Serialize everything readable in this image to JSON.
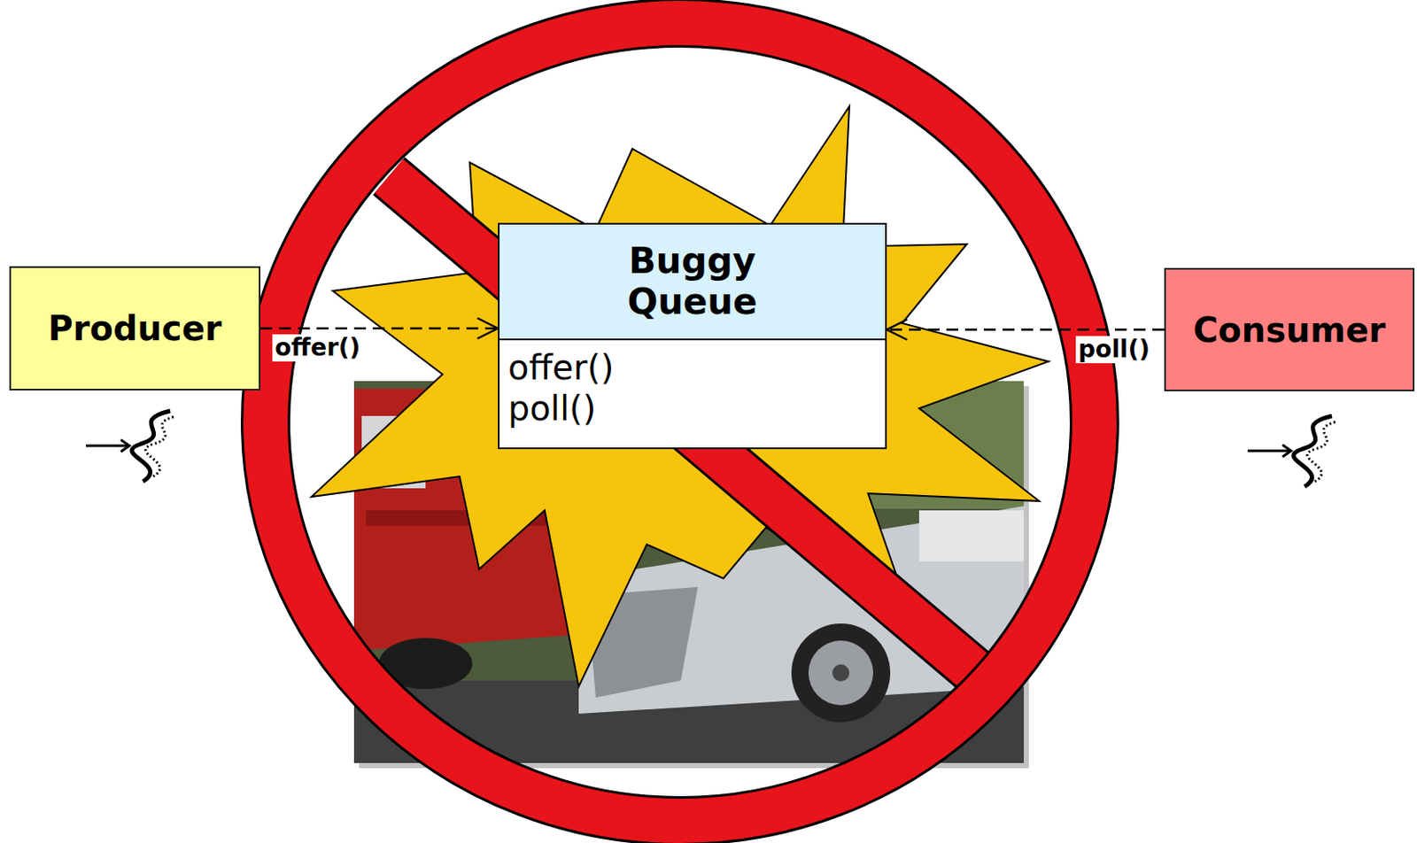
{
  "diagram": {
    "nodes": [
      {
        "text": [
          "Producer"
        ]
      },
      {
        "text": [
          "Buggy Queue",
          "offer()",
          "poll()"
        ]
      },
      {
        "text": [
          "Consumer"
        ]
      }
    ],
    "edges": [
      {
        "from": 0,
        "to": 1,
        "arrow": "to",
        "label": "offer()"
      },
      {
        "from": 2,
        "to": 1,
        "arrow": "to",
        "label": "poll()"
      }
    ]
  }
}
